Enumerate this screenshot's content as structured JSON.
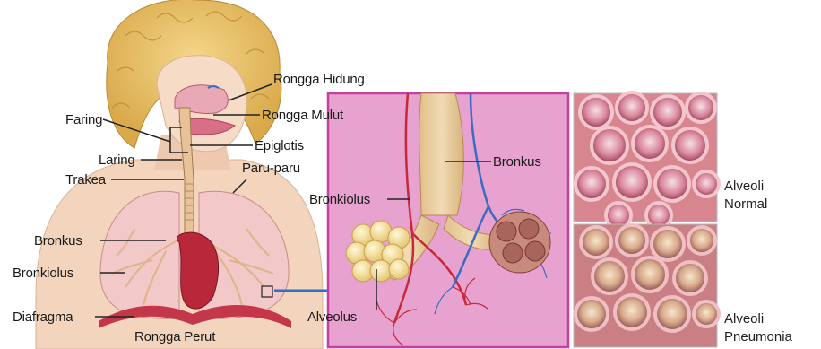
{
  "labels": {
    "rongga_hidung": "Rongga Hidung",
    "faring": "Faring",
    "rongga_mulut": "Rongga Mulut",
    "epiglotis": "Epiglotis",
    "laring": "Laring",
    "paru_paru": "Paru-paru",
    "trakea": "Trakea",
    "bronkus_left": "Bronkus",
    "bronkiolus_left": "Bronkiolus",
    "diafragma": "Diafragma",
    "rongga_perut": "Rongga Perut",
    "bronkus_right": "Bronkus",
    "bronkiolus_right": "Bronkiolus",
    "alveolus": "Alveolus"
  },
  "panels": {
    "normal_line1": "Alveoli",
    "normal_line2": "Normal",
    "pneumonia_line1": "Alveoli",
    "pneumonia_line2": "Pneumonia"
  },
  "colors": {
    "hair": "#e9c56a",
    "skin": "#f4d6bf",
    "lung": "#f2c8c8",
    "heart": "#b8283a",
    "diaphragm": "#c4364a",
    "zoom_panel": "#e7a2cf",
    "zoom_border": "#c63fa3",
    "arrow": "#2f6fc7",
    "artery": "#c8283a",
    "vein": "#3a6cc6"
  }
}
